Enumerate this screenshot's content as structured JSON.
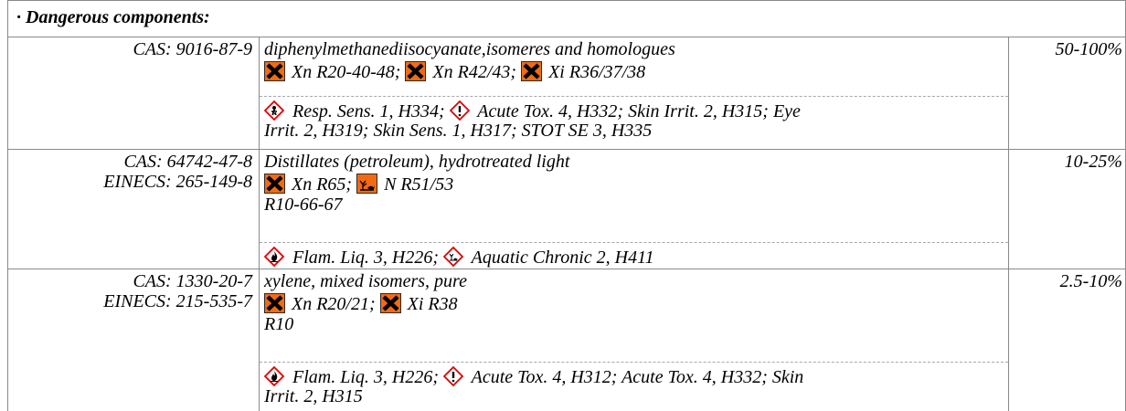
{
  "heading": "· Dangerous components:",
  "rows": [
    {
      "ids": [
        "CAS: 9016-87-9"
      ],
      "name": "diphenylmethanediisocyanate,isomeres and homologues",
      "dsd_items": [
        {
          "symbol": "Xn",
          "text": "Xn R20-40-48;"
        },
        {
          "symbol": "Xn",
          "text": "Xn R42/43;"
        },
        {
          "symbol": "Xi",
          "text": "Xi R36/37/38"
        }
      ],
      "dsd_extra": "",
      "clp_line1": "Resp. Sens. 1, H334;",
      "clp_line1b": "Acute Tox. 4, H332; Skin Irrit. 2, H315; Eye",
      "clp_line2": "Irrit. 2, H319; Skin Sens. 1, H317; STOT SE 3, H335",
      "concentration": "50-100%"
    },
    {
      "ids": [
        "CAS: 64742-47-8",
        "EINECS: 265-149-8"
      ],
      "name": "Distillates (petroleum), hydrotreated light",
      "dsd_items": [
        {
          "symbol": "Xn",
          "text": "Xn R65;"
        },
        {
          "symbol": "N",
          "text": "N R51/53"
        }
      ],
      "dsd_extra": "R10-66-67",
      "clp_line1": "Flam. Liq. 3, H226;",
      "clp_line1b": "Aquatic Chronic 2, H411",
      "clp_line2": "",
      "concentration": "10-25%"
    },
    {
      "ids": [
        "CAS: 1330-20-7",
        "EINECS: 215-535-7"
      ],
      "name": "xylene, mixed isomers, pure",
      "dsd_items": [
        {
          "symbol": "Xn",
          "text": "Xn R20/21;"
        },
        {
          "symbol": "Xi",
          "text": "Xi R38"
        }
      ],
      "dsd_extra": "R10",
      "clp_line1": "Flam. Liq. 3, H226;",
      "clp_line1b": "Acute Tox. 4, H312; Acute Tox. 4, H332; Skin",
      "clp_line2": "Irrit. 2, H315",
      "concentration": "2.5-10%"
    }
  ]
}
